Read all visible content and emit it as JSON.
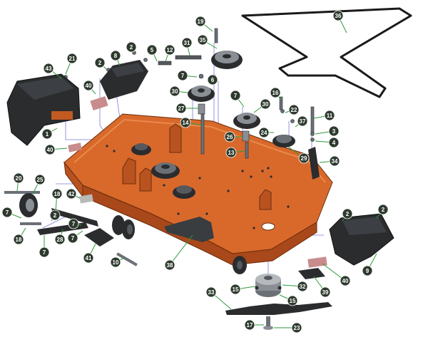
{
  "diagram": {
    "callouts": [
      "1",
      "2",
      "3",
      "4",
      "5",
      "6",
      "7",
      "8",
      "9",
      "10",
      "11",
      "12",
      "13",
      "14",
      "15",
      "16",
      "17",
      "18",
      "19",
      "20",
      "21",
      "22",
      "23",
      "24",
      "25",
      "26",
      "27",
      "28",
      "29",
      "30",
      "31",
      "32",
      "33",
      "34",
      "35",
      "36",
      "37",
      "38",
      "39",
      "40",
      "41",
      "42",
      "43"
    ],
    "colors": {
      "deck": "#d9692b",
      "deck_dark": "#a9481a",
      "deck_light": "#e88a4c",
      "callout_fill": "#2e3a2e",
      "leader": "#2e9a3a",
      "metal": "#8a8f96",
      "rubber": "#2a2c2e",
      "belt": "#1a1a1a",
      "guide_line": "#7a7ad8"
    }
  }
}
